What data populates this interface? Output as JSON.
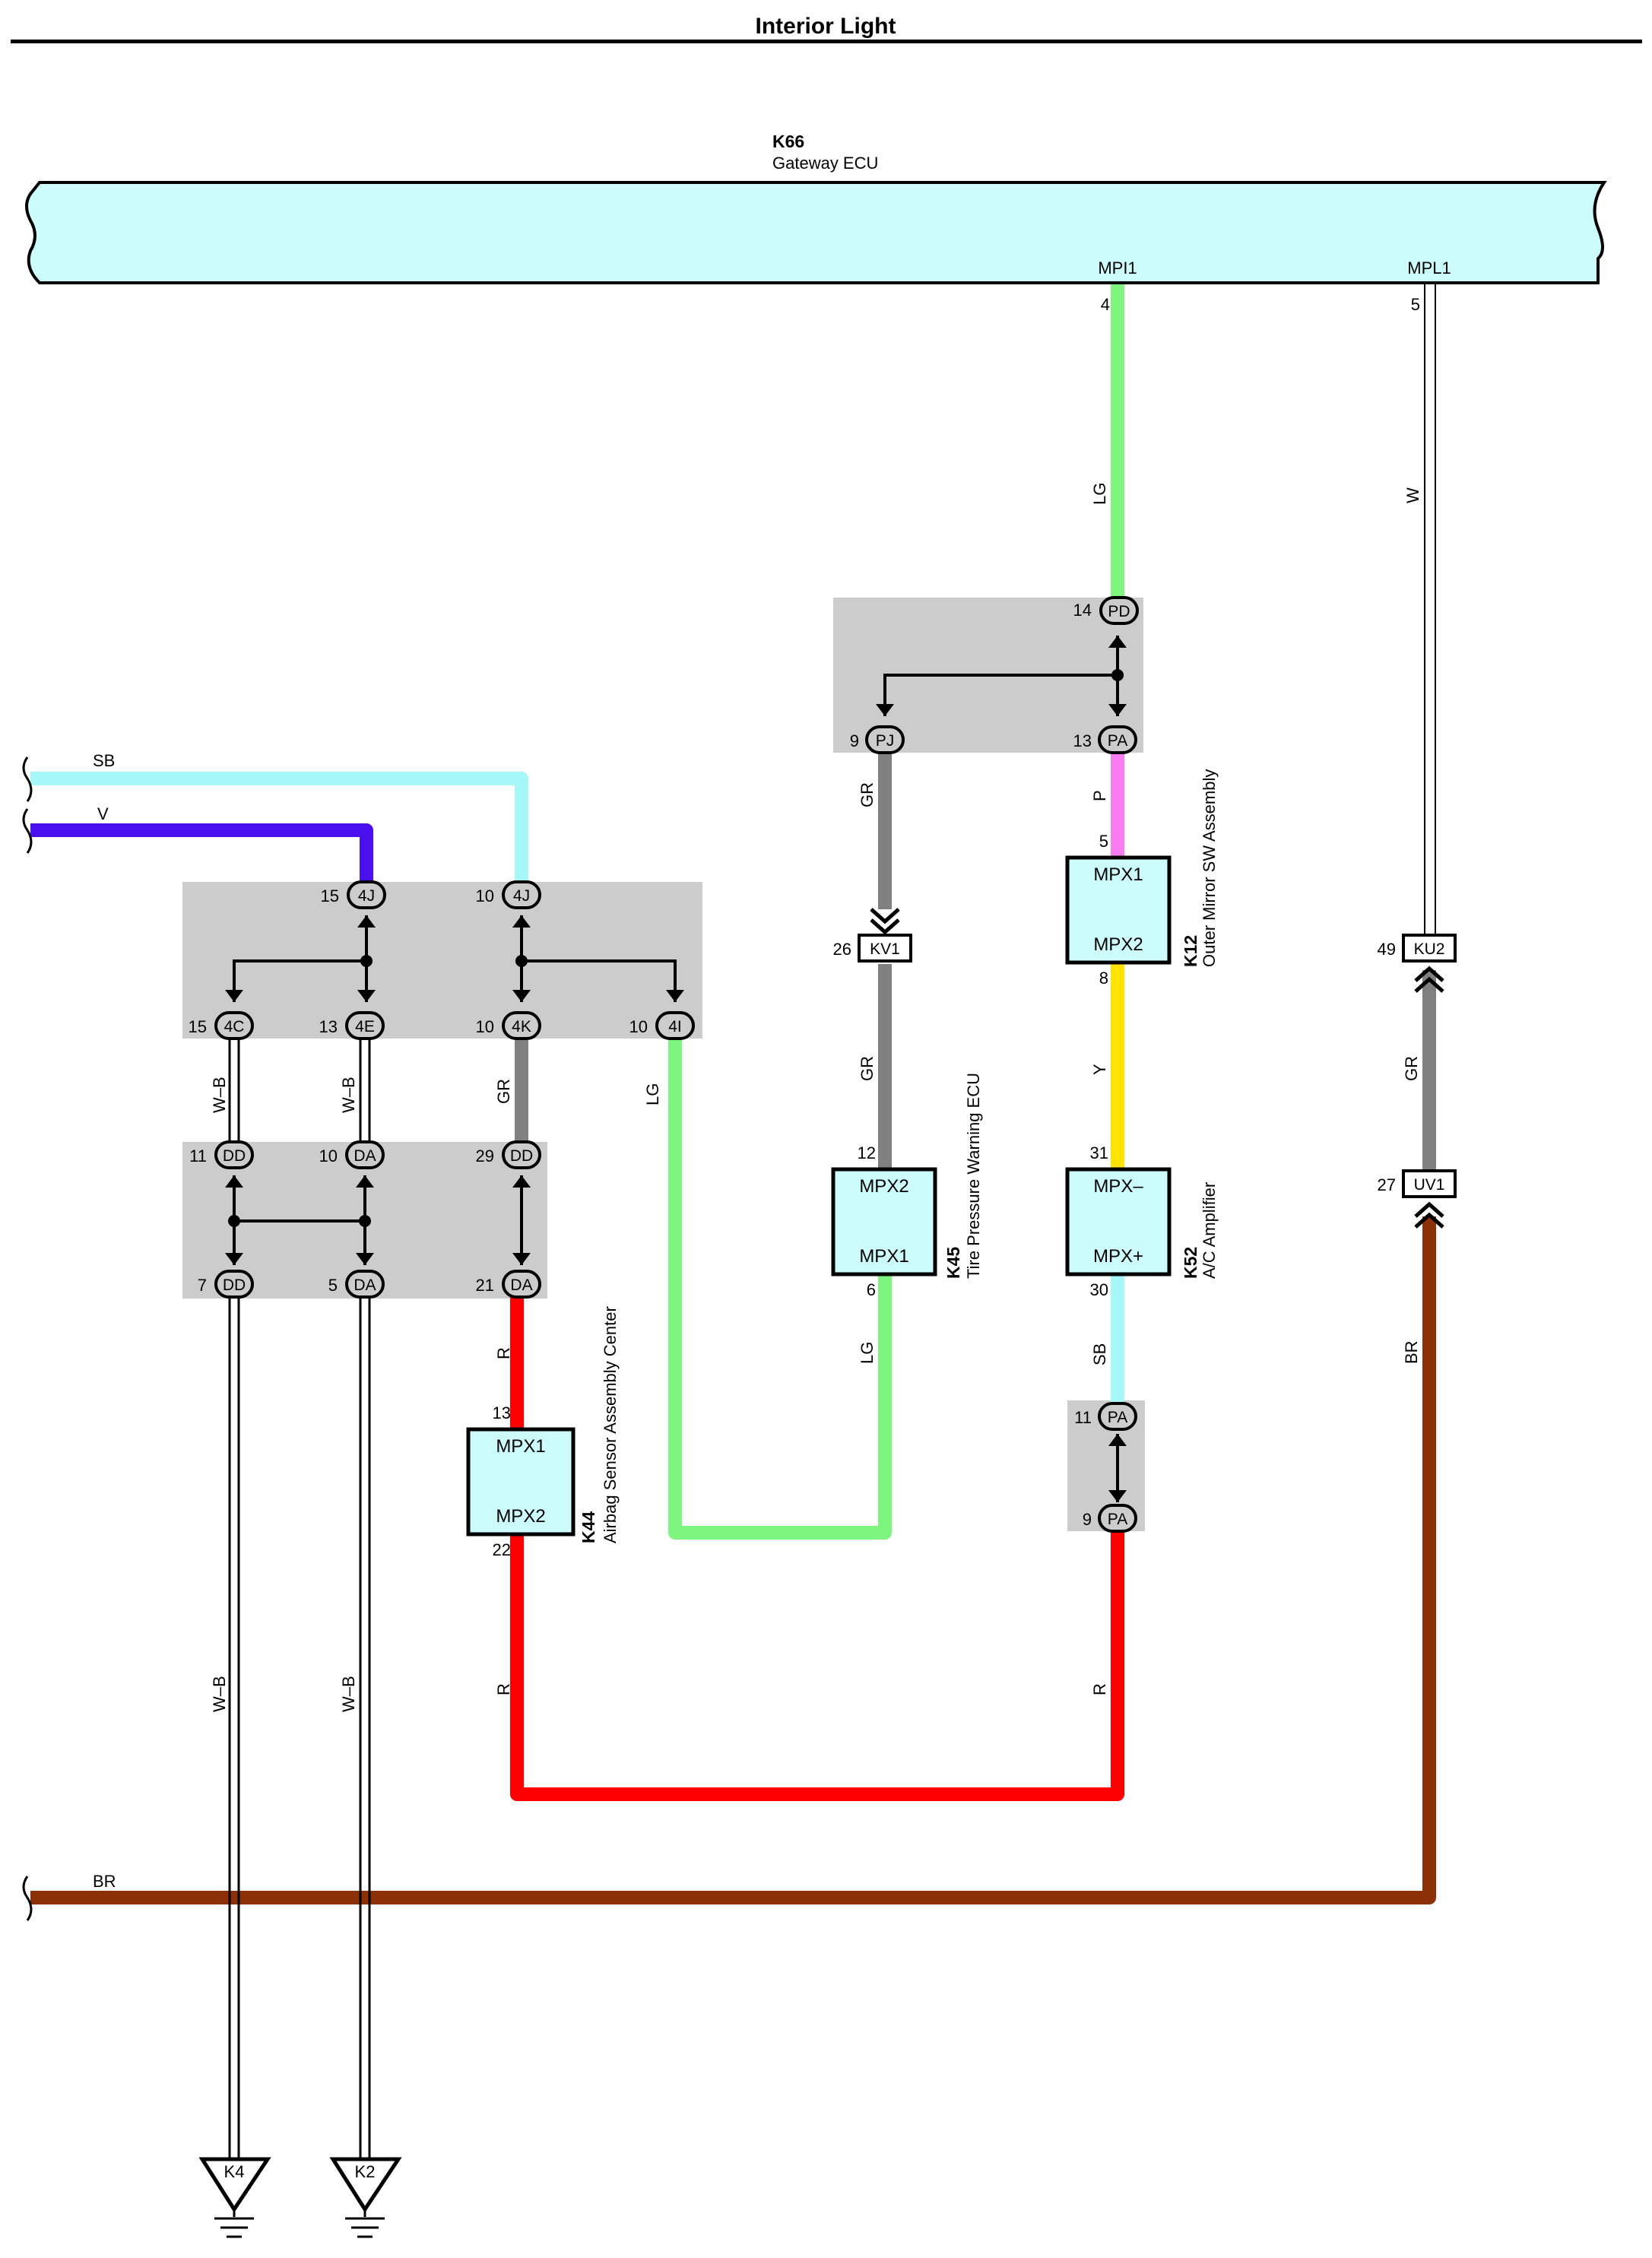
{
  "title": "Interior Light",
  "ecu": {
    "code": "K66",
    "name": "Gateway ECU",
    "pin_mpi1": "MPI1",
    "pin_mpl1": "MPL1",
    "pin_num_4": "4",
    "pin_num_5": "5"
  },
  "components": {
    "k12": {
      "code": "K12",
      "name": "Outer Mirror SW Assembly",
      "top": "MPX1",
      "bottom": "MPX2",
      "pin_top": "5",
      "pin_bottom": "8"
    },
    "k52": {
      "code": "K52",
      "name": "A/C Amplifier",
      "top": "MPX–",
      "bottom": "MPX+",
      "pin_top": "31",
      "pin_bottom": "30"
    },
    "k45": {
      "code": "K45",
      "name": "Tire Pressure Warning ECU",
      "top": "MPX2",
      "bottom": "MPX1",
      "pin_top": "12",
      "pin_bottom": "6"
    },
    "k44": {
      "code": "K44",
      "name": "Airbag Sensor Assembly Center",
      "top": "MPX1",
      "bottom": "MPX2",
      "pin_top": "13",
      "pin_bottom": "22"
    }
  },
  "connectors": {
    "pd": {
      "id": "PD",
      "pin": "14"
    },
    "pj": {
      "id": "PJ",
      "pin": "9"
    },
    "pa13": {
      "id": "PA",
      "pin": "13"
    },
    "kv1": {
      "id": "KV1",
      "pin": "26"
    },
    "ku2": {
      "id": "KU2",
      "pin": "49"
    },
    "uv1": {
      "id": "UV1",
      "pin": "27"
    },
    "j15": {
      "id": "4J",
      "pin": "15"
    },
    "j10": {
      "id": "4J",
      "pin": "10"
    },
    "c15": {
      "id": "4C",
      "pin": "15"
    },
    "e13": {
      "id": "4E",
      "pin": "13"
    },
    "k10": {
      "id": "4K",
      "pin": "10"
    },
    "i10": {
      "id": "4I",
      "pin": "10"
    },
    "dd11": {
      "id": "DD",
      "pin": "11"
    },
    "da10": {
      "id": "DA",
      "pin": "10"
    },
    "dd29": {
      "id": "DD",
      "pin": "29"
    },
    "dd7": {
      "id": "DD",
      "pin": "7"
    },
    "da5": {
      "id": "DA",
      "pin": "5"
    },
    "da21": {
      "id": "DA",
      "pin": "21"
    },
    "pa11": {
      "id": "PA",
      "pin": "11"
    },
    "pa9": {
      "id": "PA",
      "pin": "9"
    }
  },
  "wires": {
    "lg": "LG",
    "w": "W",
    "p": "P",
    "gr": "GR",
    "y": "Y",
    "sb": "SB",
    "r": "R",
    "br": "BR",
    "v": "V",
    "wb": "W–B"
  },
  "grounds": {
    "k4": "K4",
    "k2": "K2"
  },
  "colors": {
    "lg": "#7ef57e",
    "sb": "#a6f8f8",
    "v": "#4a10f0",
    "gr": "#808080",
    "p": "#f77ef0",
    "y": "#ffe400",
    "r": "#ff0000",
    "br": "#8b3008",
    "ecu": "#ccfcfc",
    "splice": "#cccccc",
    "comp": "#ccfcfc"
  }
}
